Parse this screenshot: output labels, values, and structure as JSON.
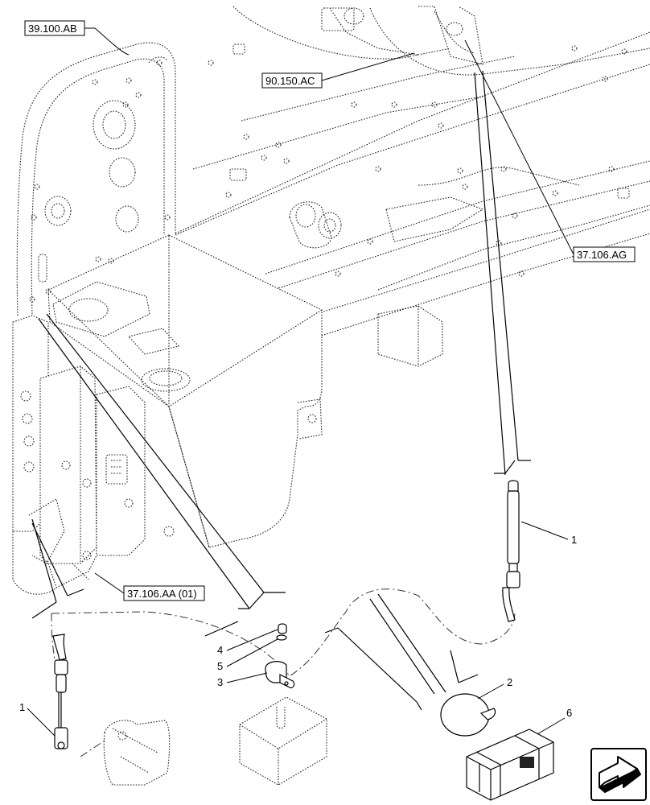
{
  "references": {
    "top_left": "39.100.AB",
    "top_center": "90.150.AC",
    "right": "37.106.AG",
    "bottom": "37.106.AA (01)"
  },
  "callouts": {
    "sensor_right": "1",
    "sensor_left": "1",
    "cable_tie": "2",
    "clamp": "3",
    "nut": "4",
    "washer": "5",
    "kit_box": "6"
  },
  "nav_icon": "arrow-forward-icon"
}
